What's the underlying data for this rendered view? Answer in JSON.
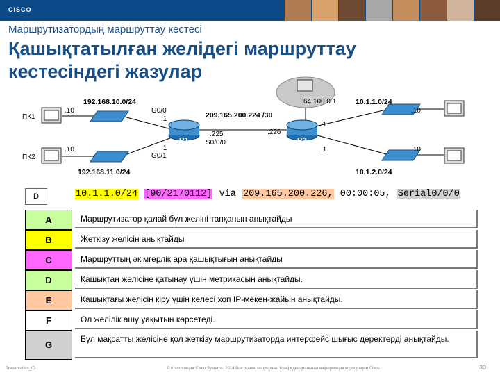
{
  "header": {
    "logo": "CISCO"
  },
  "subtitle": "Маршрутизатордың маршруттау кестесі",
  "title": "Қашықтатылған желідегі маршруттау кестесіндегі жазулар",
  "diagram": {
    "pc1": "ПК1",
    "pc2": "ПК2",
    "pc1_ip": ".10",
    "pc2_ip": ".10",
    "net_left_top": "192.168.10.0/24",
    "net_left_bottom": "192.168.11.0/24",
    "r1": "R1",
    "r2": "R2",
    "g00": "G0/0",
    "g00_ip": ".1",
    "g01": "G0/1",
    "g01_ip": ".1",
    "serial_net": "209.165.200.224 /30",
    "r1_serial_ip": ".225",
    "r1_serial_if": "S0/0/0",
    "r2_serial_ip": ".226",
    "cloud_ip": "64.100.0.1",
    "net_right_top": "10.1.1.0/24",
    "net_right_bottom": "10.1.2.0/24",
    "r2_top_ip": ".1",
    "r2_bottom_ip": ".1",
    "pc3_ip": ".10",
    "pc4_ip": ".10"
  },
  "route_entry": {
    "code": "D",
    "segments": [
      "10.1.1.0/24",
      "[90/2170112]",
      "via",
      "209.165.200.226,",
      "00:00:05,",
      "Serial0/0/0"
    ]
  },
  "rows": [
    {
      "key": "A",
      "color": "#c8ff9c",
      "text": "Маршрутизатор қалай бұл желіні тапқанын анықтайды"
    },
    {
      "key": "B",
      "color": "#ffff00",
      "text": "Жеткізу желісін анықтайды"
    },
    {
      "key": "C",
      "color": "#ff66ff",
      "text": "Маршруттың әкімгерлік ара қашықтығын анықтайды"
    },
    {
      "key": "D",
      "color": "#c8ff9c",
      "text": "Қашықтан желісіне қатынау үшін метрикасын анықтайды."
    },
    {
      "key": "E",
      "color": "#ffc8a0",
      "text": "Қашықтағы желісін кіру үшін келесі хоп IP-мекен-жайын анықтайды."
    },
    {
      "key": "F",
      "color": "#ffffff",
      "text": "Ол желілік ашу уақытын көрсетеді."
    },
    {
      "key": "G",
      "color": "#d0d0d0",
      "text": "Бұл мақсатты желісіне қол жеткізу маршрутизаторда интерфейс шығыс деректерді анықтайды."
    }
  ],
  "footer": {
    "left": "Presentation_ID",
    "center": "© Корпорация Cisco Systems, 2014 Все права защищены.  Конфиденциальная информация корпорации Cisco",
    "page": "30"
  }
}
